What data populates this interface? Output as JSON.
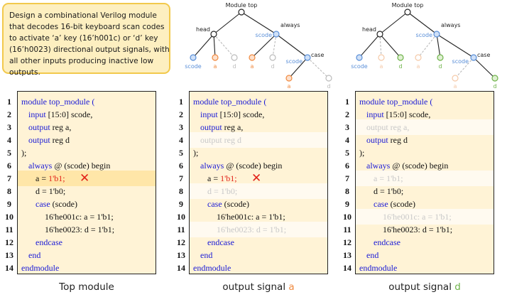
{
  "prompt": {
    "lines": [
      "Design a combinational Verilog module",
      "that decodes 16-bit keyboard scan codes",
      "to activate  ‘a’ key (16’h001c) or ‘d’ key",
      "(16’h0023) directional output signals, with",
      "all other inputs producing inactive low",
      "outputs."
    ]
  },
  "tree_labels": {
    "root": "Module top",
    "head": "head",
    "always": "always",
    "scode": "scode",
    "a": "a",
    "d": "d",
    "case": "case"
  },
  "code_lines": [
    {
      "n": "1",
      "text": "module top_module ("
    },
    {
      "n": "2",
      "text": "input [15:0] scode,"
    },
    {
      "n": "3",
      "text": "output reg a,"
    },
    {
      "n": "4",
      "text": "output reg d"
    },
    {
      "n": "5",
      "text": ");"
    },
    {
      "n": "6",
      "text": "always @ (scode) begin"
    },
    {
      "n": "7",
      "text": "a = 1'b1;"
    },
    {
      "n": "8",
      "text": "d = 1'b0;"
    },
    {
      "n": "9",
      "text": "case (scode)"
    },
    {
      "n": "10",
      "text": "16'he001c: a = 1'b1;"
    },
    {
      "n": "11",
      "text": "16'he0023: d = 1'b1;"
    },
    {
      "n": "12",
      "text": "endcase"
    },
    {
      "n": "13",
      "text": "end"
    },
    {
      "n": "14",
      "text": "endmodule"
    }
  ],
  "captions": {
    "panel1": "Top module",
    "panel2_prefix": "output signal ",
    "panel2_signal": "a",
    "panel3_prefix": "output signal ",
    "panel3_signal": "d"
  },
  "colors": {
    "prompt_bg": "#fdefc0",
    "prompt_border": "#f2c94c",
    "code_bg": "#fff3d6",
    "keyword": "#1a1ad6",
    "error": "#e2231a",
    "node_blue": "#6a9ee0",
    "node_orange": "#f08a40",
    "node_green": "#6fb34a"
  },
  "icons": {
    "error_mark": "✕"
  }
}
